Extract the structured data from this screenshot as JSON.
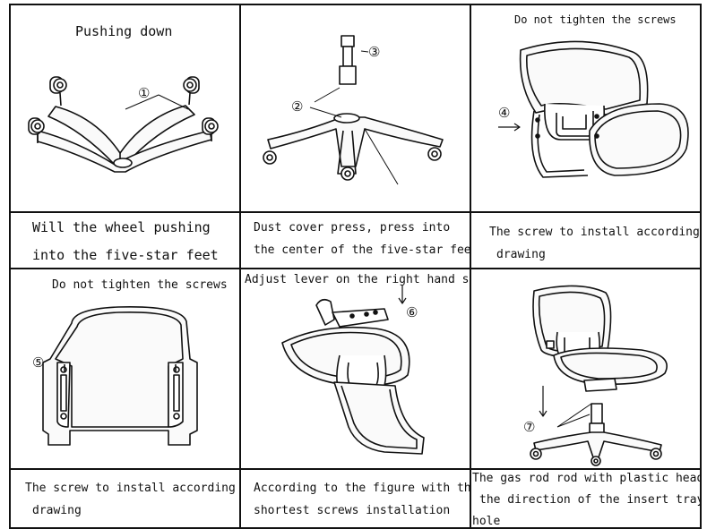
{
  "steps": [
    {
      "header": "Pushing down",
      "callouts": [
        "①"
      ],
      "caption_lines": [
        "Will the wheel pushing",
        "into the five-star feet"
      ]
    },
    {
      "header": "",
      "callouts": [
        "②",
        "③"
      ],
      "caption_lines": [
        "Dust cover press, press into",
        "the center of the five-star feet"
      ]
    },
    {
      "header": "Do not tighten the screws",
      "callouts": [
        "④"
      ],
      "caption_lines": [
        "The screw to install according to",
        "drawing"
      ]
    },
    {
      "header": "Do not tighten the screws",
      "callouts": [
        "⑤"
      ],
      "caption_lines": [
        "The screw to install according to",
        "drawing"
      ]
    },
    {
      "header": "Adjust lever on the right hand side",
      "callouts": [
        "⑥"
      ],
      "caption_lines": [
        "According to the figure with the",
        "shortest screws installation"
      ]
    },
    {
      "header": "",
      "callouts": [
        "⑦"
      ],
      "caption_lines": [
        "The gas rod rod with plastic head in",
        "the direction of the insert tray",
        "hole"
      ]
    }
  ]
}
